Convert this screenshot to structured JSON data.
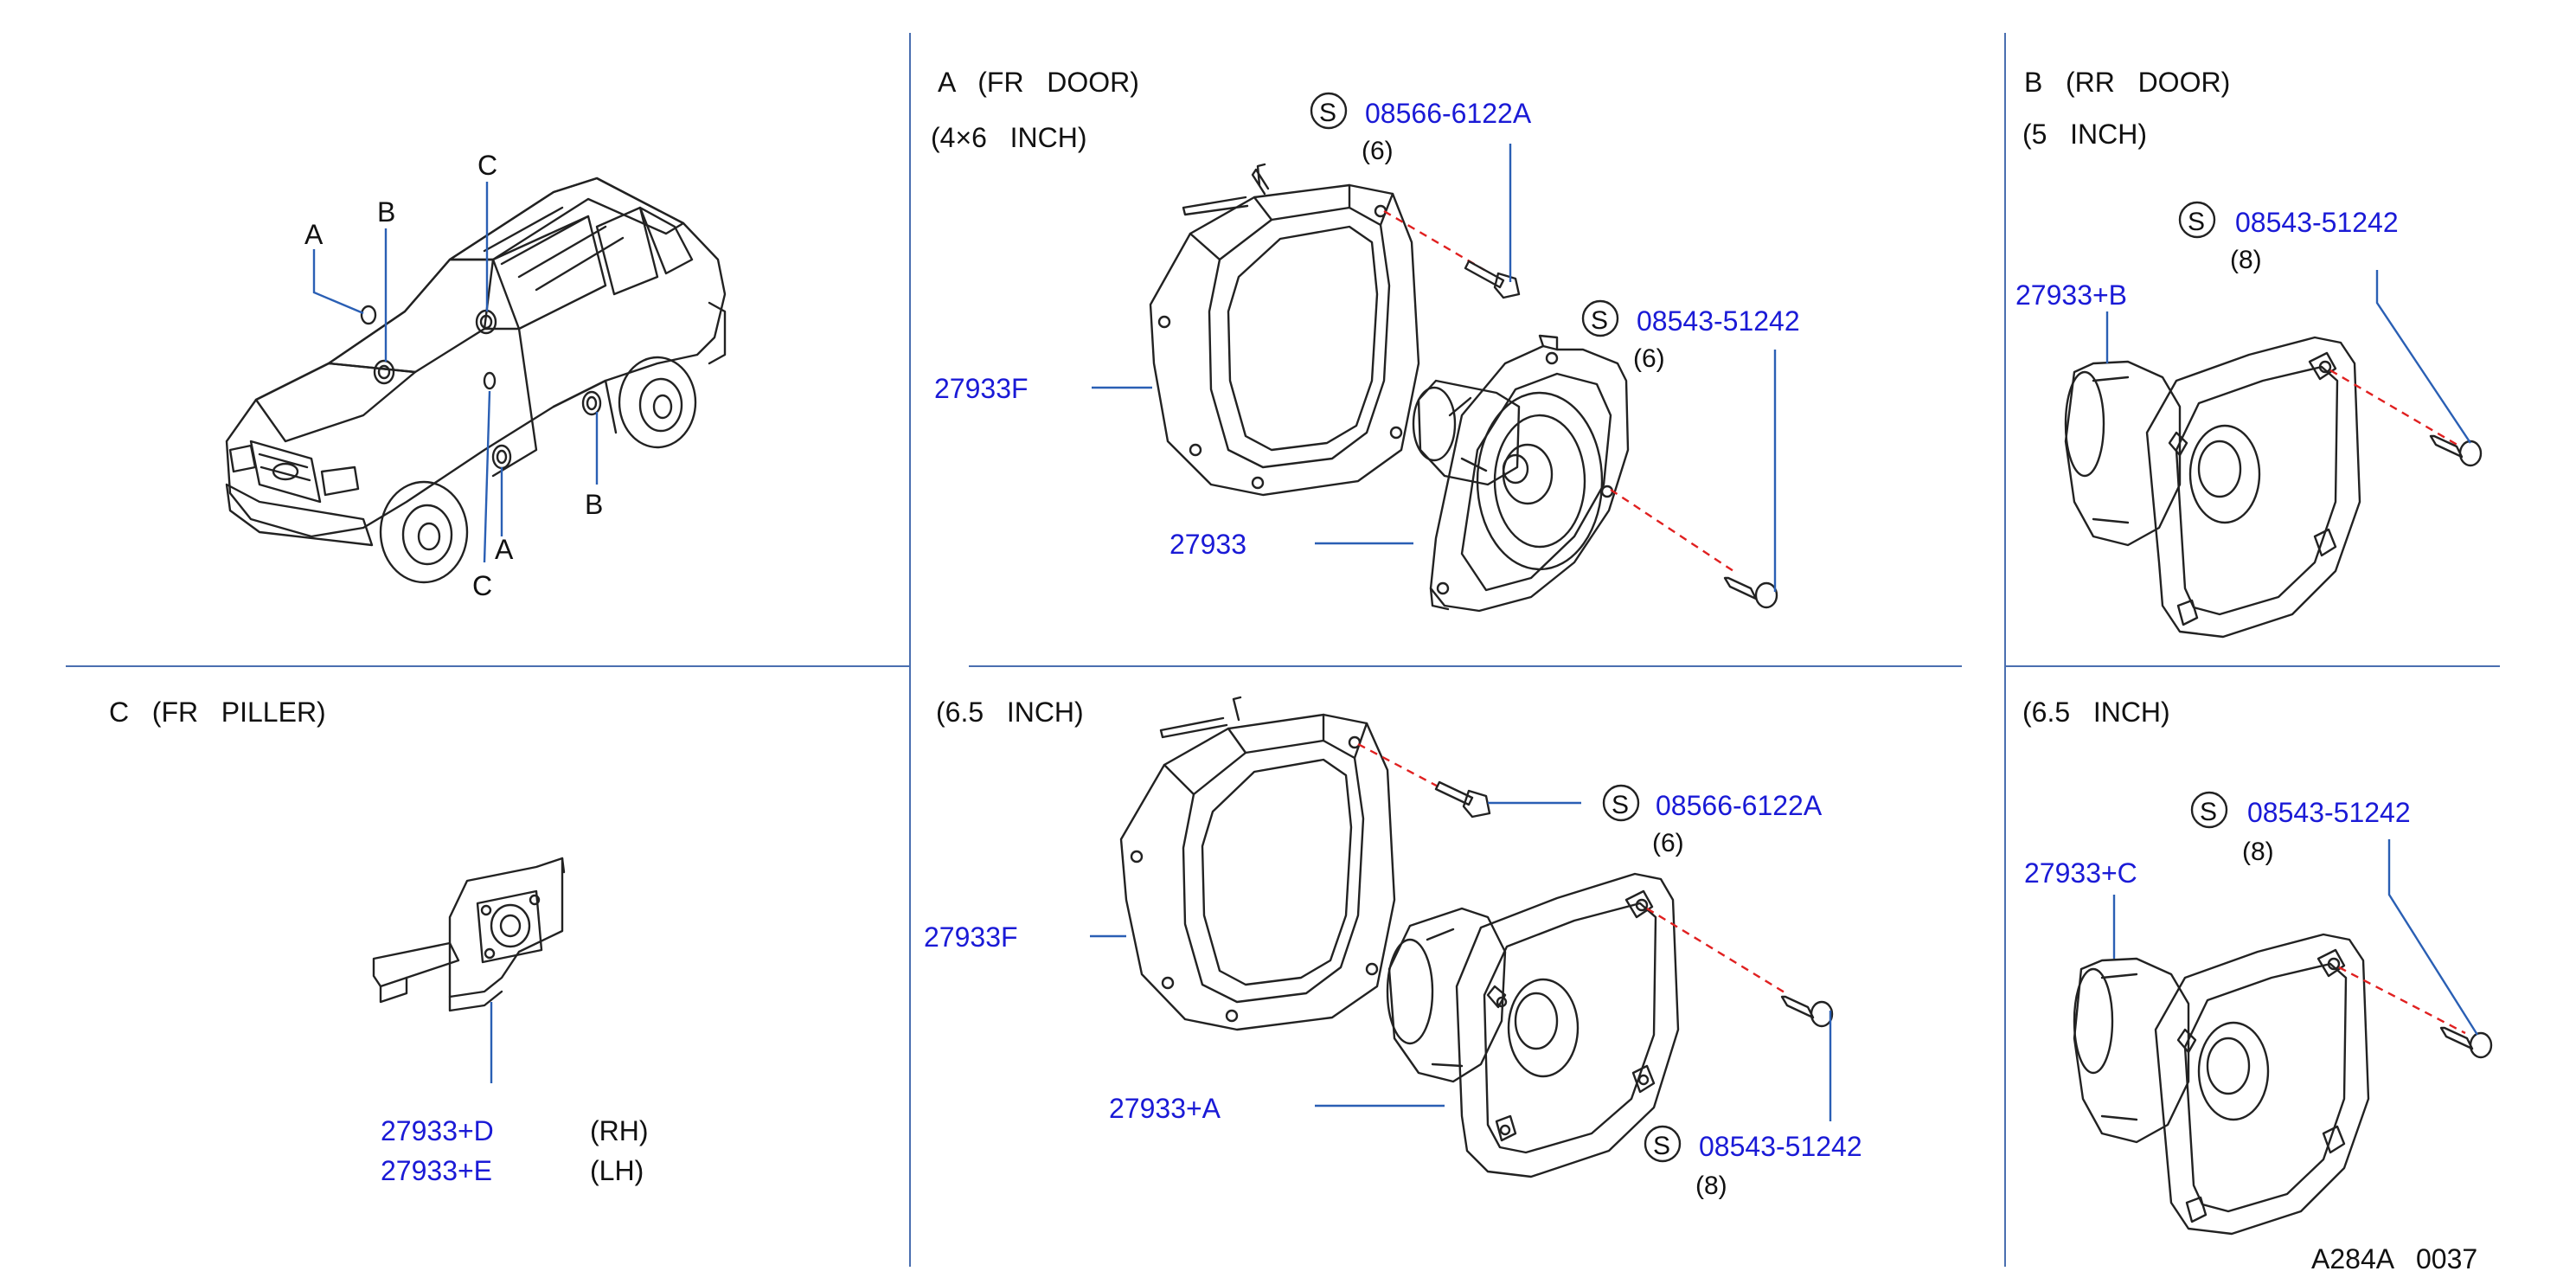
{
  "diagram_code": "A284A   0037",
  "vehicle": {
    "callouts": [
      "A",
      "B",
      "C",
      "A",
      "B",
      "C"
    ]
  },
  "sections": {
    "fr_door": {
      "title": "A   (FR   DOOR)",
      "upper": {
        "size": "(4×6   INCH)",
        "bracket_part": "27933F",
        "speaker_part": "27933",
        "bolt": {
          "symbol": "S",
          "part": "08566-6122A",
          "qty": "(6)"
        },
        "screw": {
          "symbol": "S",
          "part": "08543-51242",
          "qty": "(6)"
        }
      },
      "lower": {
        "size": "(6.5   INCH)",
        "bracket_part": "27933F",
        "speaker_part": "27933+A",
        "bolt": {
          "symbol": "S",
          "part": "08566-6122A",
          "qty": "(6)"
        },
        "screw": {
          "symbol": "S",
          "part": "08543-51242",
          "qty": "(8)"
        }
      }
    },
    "rr_door": {
      "title": "B   (RR   DOOR)",
      "upper": {
        "size": "(5   INCH)",
        "speaker_part": "27933+B",
        "screw": {
          "symbol": "S",
          "part": "08543-51242",
          "qty": "(8)"
        }
      },
      "lower": {
        "size": "(6.5   INCH)",
        "speaker_part": "27933+C",
        "screw": {
          "symbol": "S",
          "part": "08543-51242",
          "qty": "(8)"
        }
      }
    },
    "fr_piller": {
      "title": "C   (FR   PILLER)",
      "parts": [
        {
          "part": "27933+D",
          "side": "(RH)"
        },
        {
          "part": "27933+E",
          "side": "(LH)"
        }
      ]
    }
  },
  "colors": {
    "part_number": "#1a1ad6",
    "leader_line": "#2a5fb4",
    "dashed_guide": "#e02020",
    "line_art": "#222222"
  }
}
